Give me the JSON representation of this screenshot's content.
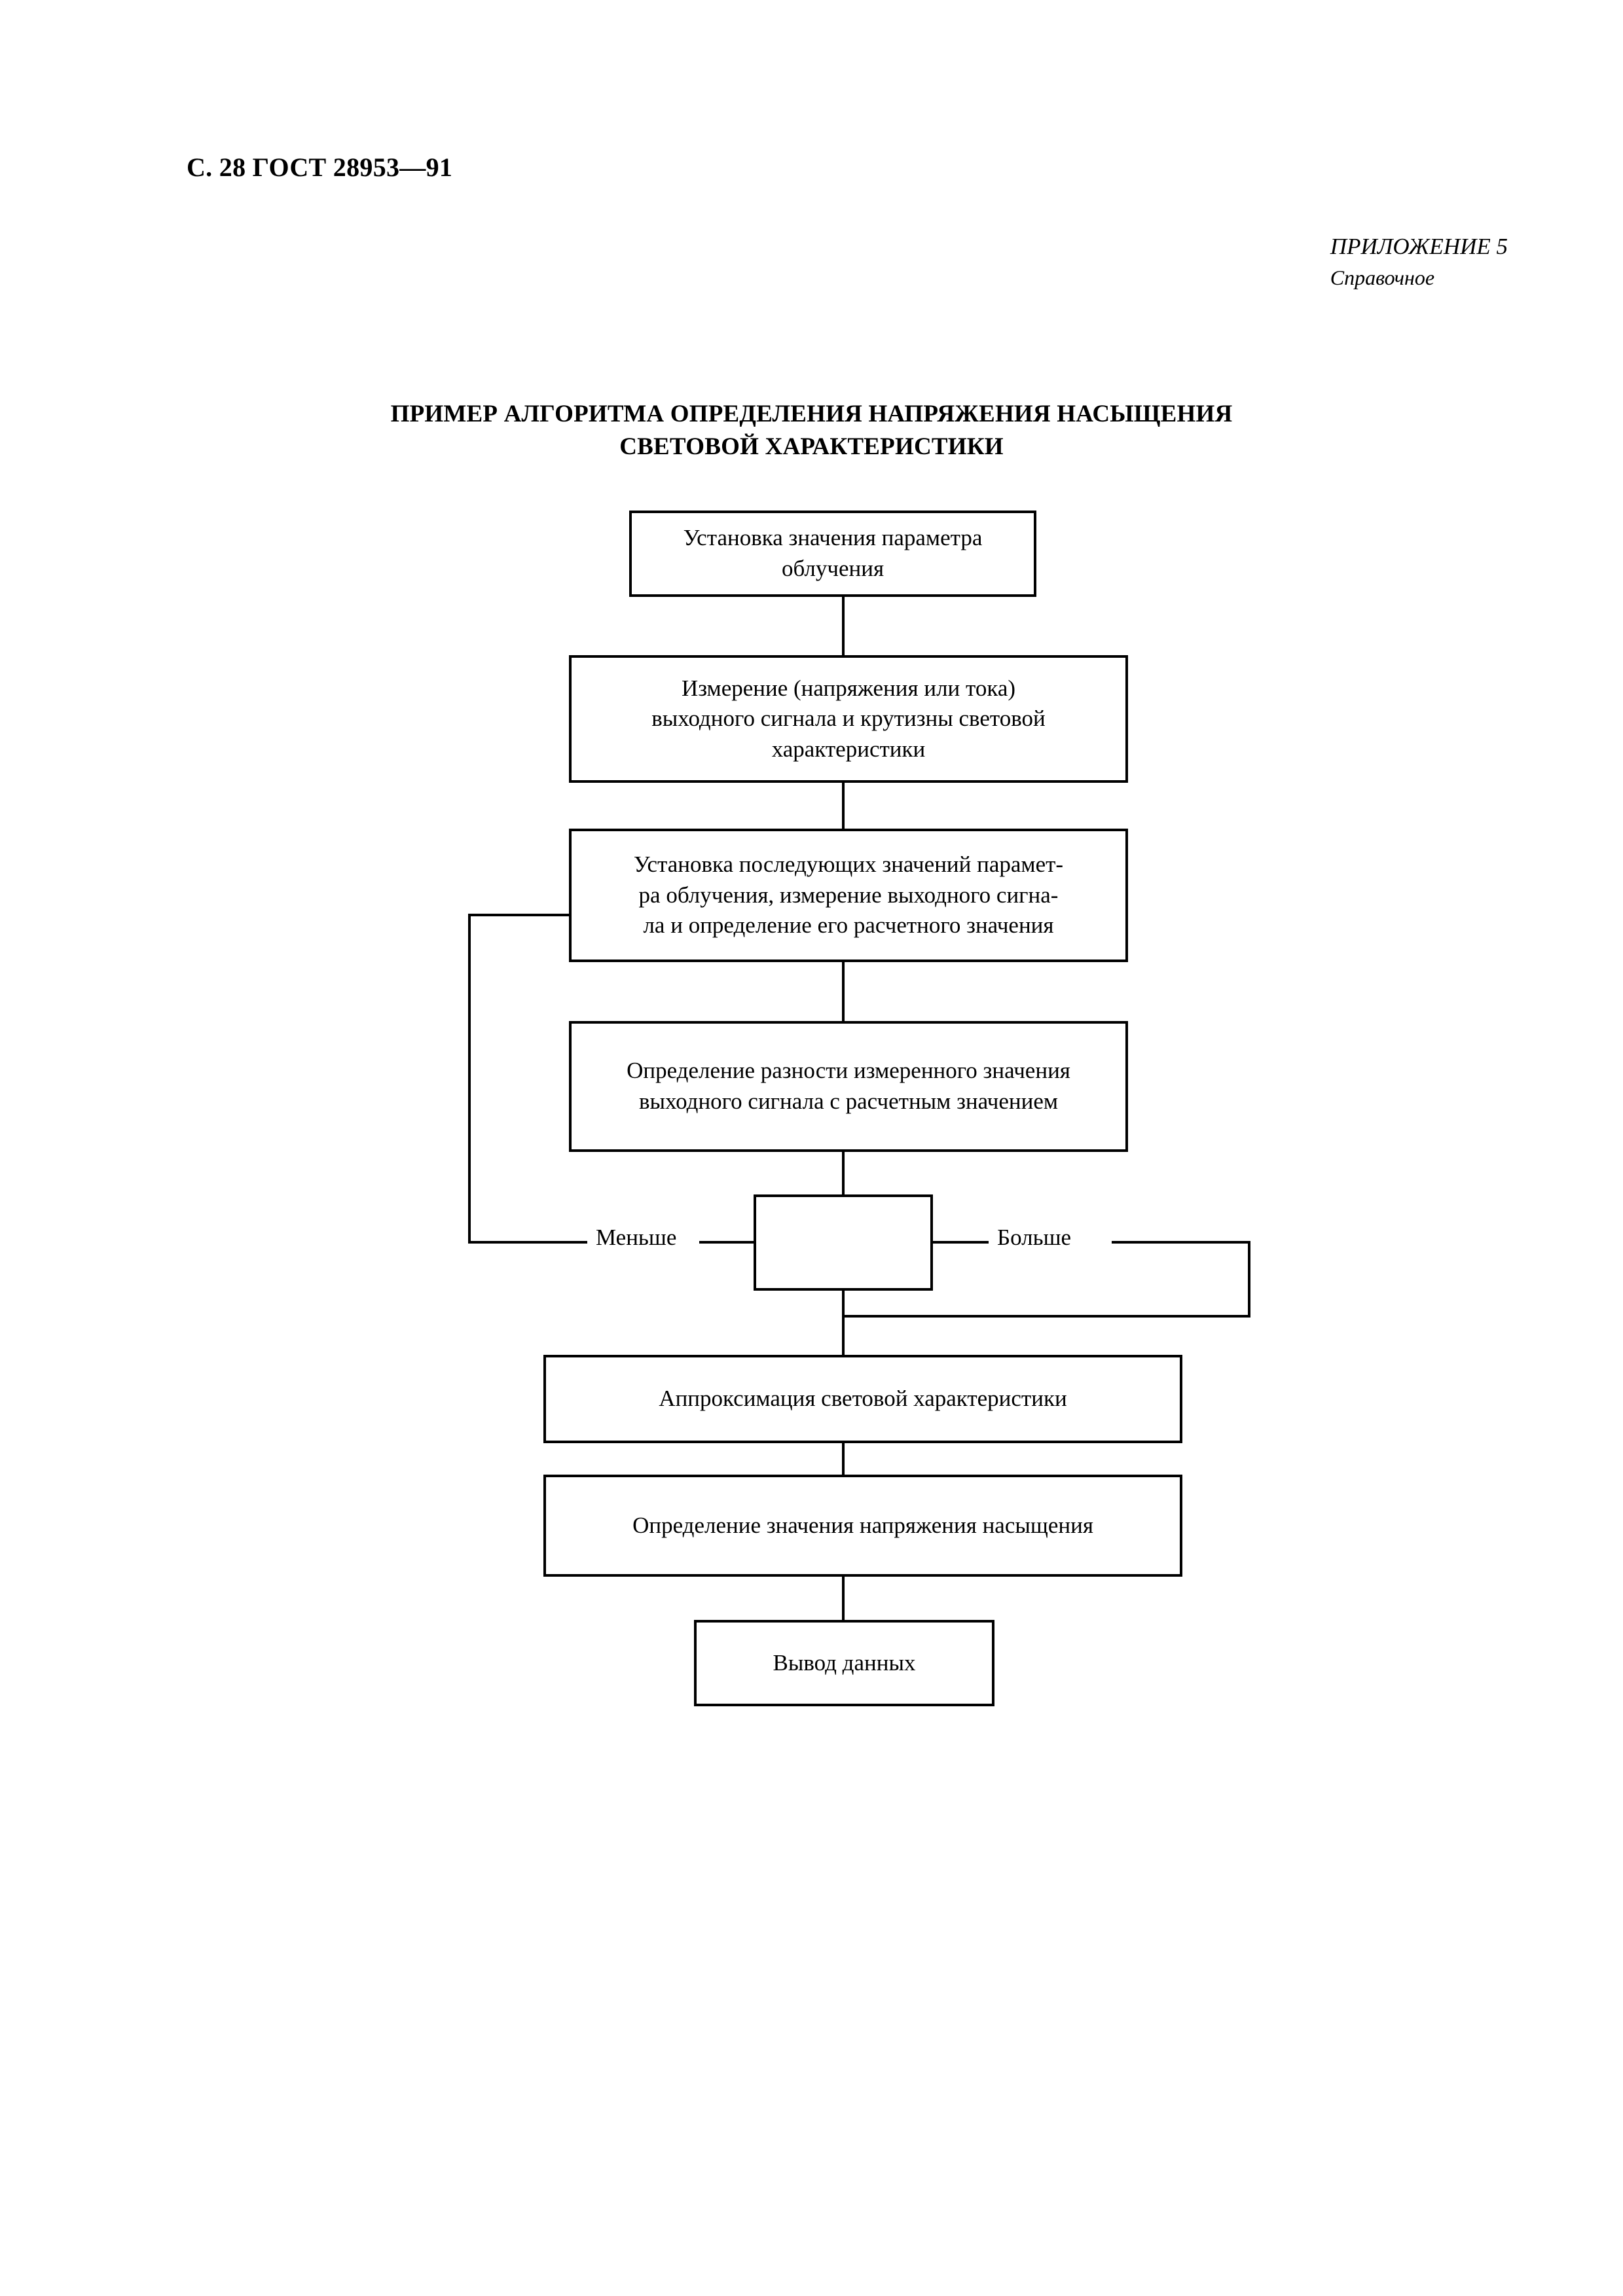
{
  "document": {
    "running_head": "С. 28 ГОСТ 28953—91",
    "appendix_title": "ПРИЛОЖЕНИЕ 5",
    "appendix_kind": "Справочное",
    "title_line_1": "ПРИМЕР АЛГОРИТМА ОПРЕДЕЛЕНИЯ НАПРЯЖЕНИЯ НАСЫЩЕНИЯ",
    "title_line_2": "СВЕТОВОЙ ХАРАКТЕРИСТИКИ"
  },
  "flowchart": {
    "nodes": [
      {
        "id": "set-parameter",
        "text": "Установка значения параметра\nоблучения"
      },
      {
        "id": "measure-signal",
        "text": "Измерение (напряжения или тока)\nвыходного сигнала и крутизны световой\nхарактеристики"
      },
      {
        "id": "set-next-parameters",
        "text": "Установка последующих значений парамет-\nра облучения, измерение выходного сигна-\nла и определение его расчетного значения"
      },
      {
        "id": "compute-difference",
        "text": "Определение разности измеренного значения\nвыходного сигнала с расчетным значением"
      },
      {
        "id": "decision",
        "text": ""
      },
      {
        "id": "approximation",
        "text": "Аппроксимация световой характеристики"
      },
      {
        "id": "saturation-voltage",
        "text": "Определение значения напряжения насыщения"
      },
      {
        "id": "output-data",
        "text": "Вывод данных"
      }
    ],
    "branch_left_label": "Меньше",
    "branch_right_label": "Больше",
    "colors": {
      "stroke": "#000000",
      "fill": "#ffffff",
      "text": "#000000"
    }
  }
}
